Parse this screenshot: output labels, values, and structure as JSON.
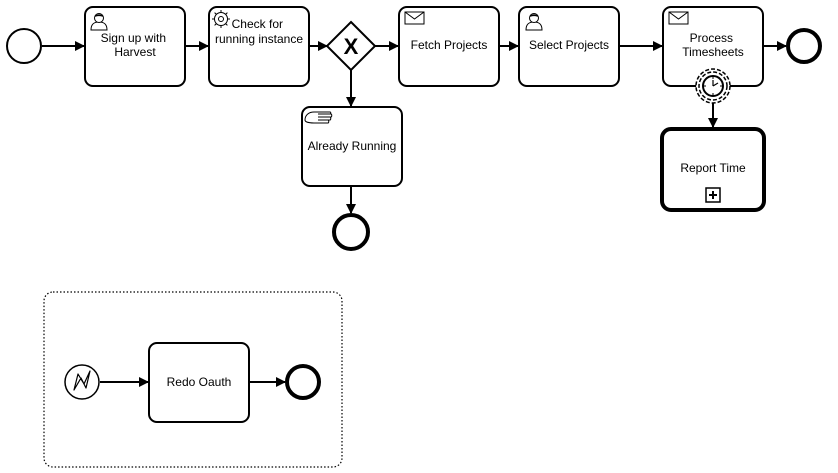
{
  "tasks": {
    "sign_up": [
      "Sign up with",
      "Harvest"
    ],
    "check_running": [
      "Check for",
      "running instance"
    ],
    "fetch_projects": "Fetch Projects",
    "select_projects": "Select Projects",
    "process_timesheets": [
      "Process",
      "Timesheets"
    ],
    "already_running": "Already Running",
    "report_time": "Report Time",
    "redo_oauth": "Redo Oauth"
  },
  "gateway": {
    "symbol": "X"
  },
  "icons": {
    "sign_up": "user-task-icon",
    "check_running": "service-task-icon",
    "fetch_projects": "receive-task-icon",
    "select_projects": "user-task-icon",
    "process_timesheets": "receive-task-icon",
    "already_running": "manual-task-icon",
    "report_time": "subprocess-expand-icon",
    "timer": "timer-boundary-icon",
    "error_start": "error-start-icon"
  },
  "colors": {
    "stroke": "#000000",
    "fill": "#ffffff"
  }
}
